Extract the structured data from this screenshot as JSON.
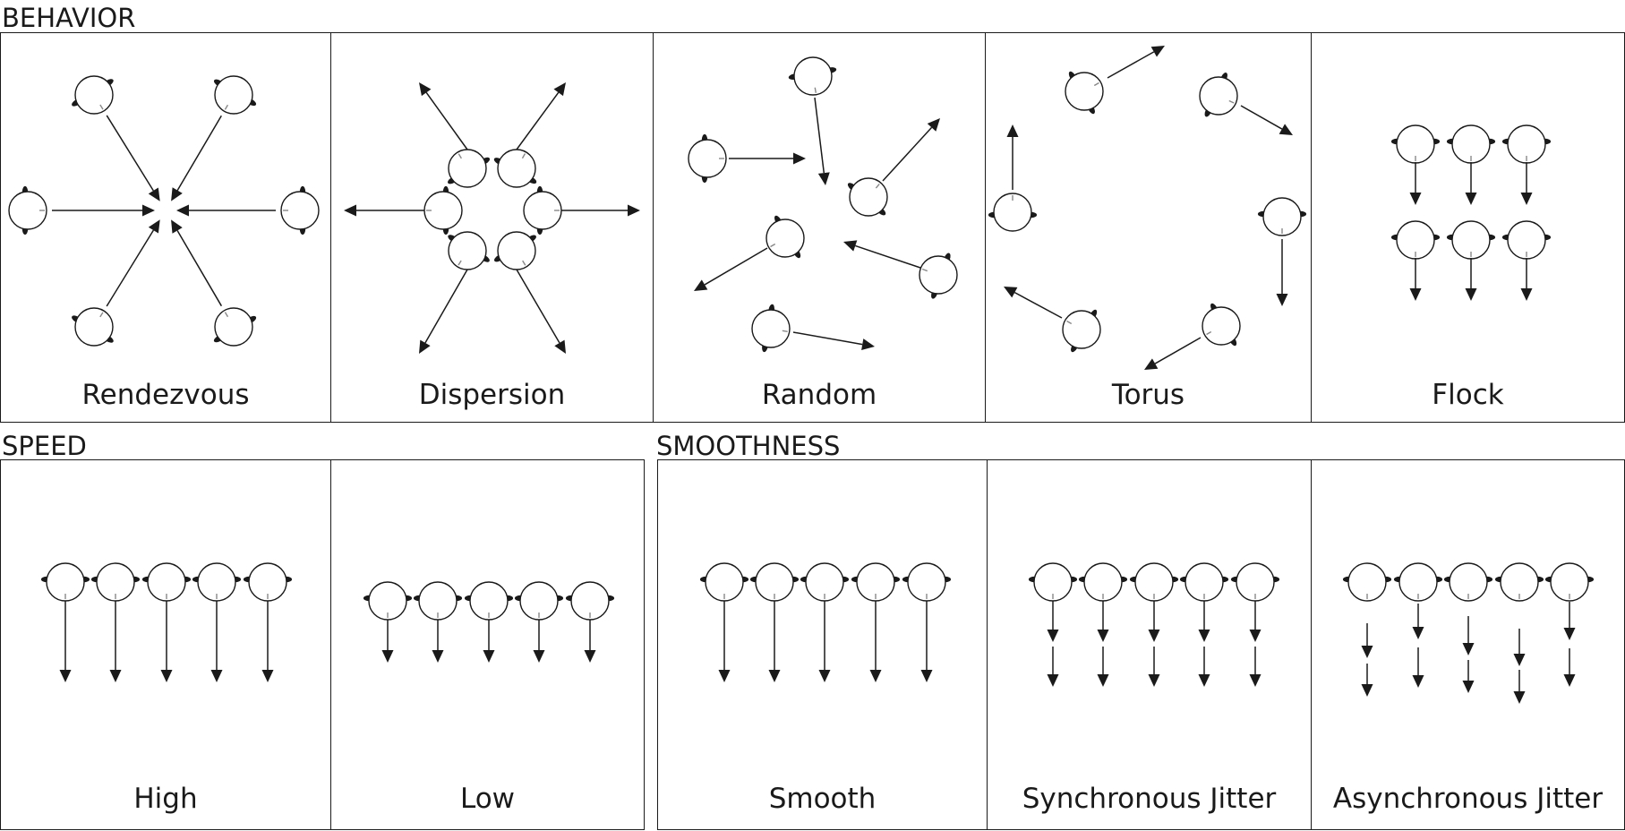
{
  "sections": {
    "behavior": {
      "label": "BEHAVIOR",
      "panels": [
        {
          "key": "rendezvous",
          "caption": "Rendezvous"
        },
        {
          "key": "dispersion",
          "caption": "Dispersion"
        },
        {
          "key": "random",
          "caption": "Random"
        },
        {
          "key": "torus",
          "caption": "Torus"
        },
        {
          "key": "flock",
          "caption": "Flock"
        }
      ]
    },
    "speed": {
      "label": "SPEED",
      "panels": [
        {
          "key": "high",
          "caption": "High"
        },
        {
          "key": "low",
          "caption": "Low"
        }
      ]
    },
    "smoothness": {
      "label": "SMOOTHNESS",
      "panels": [
        {
          "key": "smooth",
          "caption": "Smooth"
        },
        {
          "key": "sync",
          "caption": "Synchronous Jitter"
        },
        {
          "key": "async",
          "caption": "Asynchronous Jitter"
        }
      ]
    }
  },
  "colors": {
    "stroke": "#1a1a1a",
    "background": "#ffffff",
    "tick": "#888888"
  },
  "icons": {
    "agent": "robot-circle-icon",
    "arrow": "direction-arrow-icon"
  }
}
